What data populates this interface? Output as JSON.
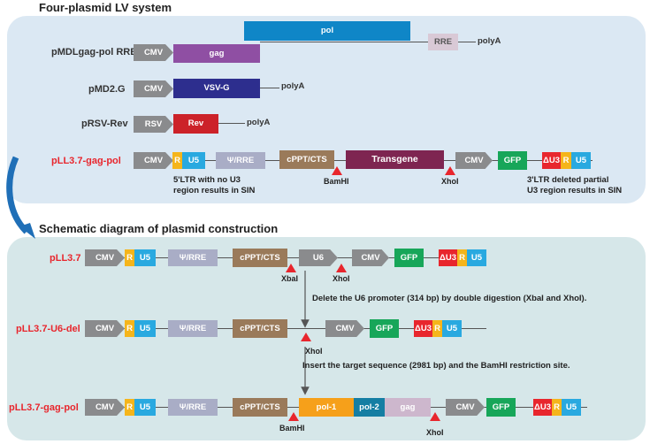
{
  "sections": {
    "top_title": "Four-plasmid LV system",
    "bottom_title": "Schematic diagram of plasmid construction"
  },
  "colors": {
    "top_panel": "#dbe8f3",
    "bottom_panel": "#d6e7e9",
    "cmv": "#8a8b8d",
    "rsv": "#8a8b8d",
    "gag": "#8f4fa3",
    "pol": "#0f86c7",
    "rre": "#d9c9d6",
    "vsvg": "#2d2e8e",
    "rev": "#cc2229",
    "r": "#f5b51b",
    "u5": "#29a9e0",
    "psi_rre": "#a9adc6",
    "cppt": "#9a7a5a",
    "transgene": "#7e2551",
    "gfp": "#17a659",
    "du3": "#e8262d",
    "u6": "#8a8b8d",
    "pol1": "#f6a01a",
    "pol2": "#157ea3",
    "gag_light": "#cdb7cd",
    "red_label": "#e8262d",
    "arrow_blue": "#1f6fb7"
  },
  "plasmids": {
    "gagpol": {
      "name": "pMDLgag-pol RRE",
      "cmv": "CMV",
      "gag": "gag",
      "pol": "pol",
      "rre": "RRE",
      "polyA": "polyA"
    },
    "md2g": {
      "name": "pMD2.G",
      "cmv": "CMV",
      "vsvg": "VSV-G",
      "polyA": "polyA"
    },
    "rsvrev": {
      "name": "pRSV-Rev",
      "rsv": "RSV",
      "rev": "Rev",
      "polyA": "polyA"
    },
    "ll37gagpol_top": {
      "name": "pLL3.7-gag-pol",
      "cmv": "CMV",
      "r": "R",
      "u5": "U5",
      "psi": "Ψ/RRE",
      "cppt": "cPPT/CTS",
      "transgene": "Transgene",
      "cmv2": "CMV",
      "gfp": "GFP",
      "du3": "ΔU3",
      "r2": "R",
      "u52": "U5",
      "bamhi": "BamHI",
      "xhoi": "XhoI",
      "note_left": "5'LTR with no U3\nregion results in SIN",
      "note_right": "3'LTR deleted partial\nU3 region results in SIN"
    }
  },
  "construction": {
    "ll37": {
      "name": "pLL3.7",
      "cmv": "CMV",
      "r": "R",
      "u5": "U5",
      "psi": "Ψ/RRE",
      "cppt": "cPPT/CTS",
      "u6": "U6",
      "cmv2": "CMV",
      "gfp": "GFP",
      "du3": "ΔU3",
      "r2": "R",
      "u52": "U5",
      "xbai": "XbaI",
      "xhoi": "XhoI"
    },
    "step1": "Delete the U6 promoter (314 bp) by double digestion (XbaI and XhoI).",
    "u6del": {
      "name": "pLL3.7-U6-del",
      "cmv": "CMV",
      "r": "R",
      "u5": "U5",
      "psi": "Ψ/RRE",
      "cppt": "cPPT/CTS",
      "cmv2": "CMV",
      "gfp": "GFP",
      "du3": "ΔU3",
      "r2": "R",
      "u52": "U5",
      "xhoi": "XhoI"
    },
    "step2": "Insert the target sequence (2981 bp)  and the BamHI restriction site.",
    "final": {
      "name": "pLL3.7-gag-pol",
      "cmv": "CMV",
      "r": "R",
      "u5": "U5",
      "psi": "Ψ/RRE",
      "cppt": "cPPT/CTS",
      "pol1": "pol-1",
      "pol2": "pol-2",
      "gag": "gag",
      "cmv2": "CMV",
      "gfp": "GFP",
      "du3": "ΔU3",
      "r2": "R",
      "u52": "U5",
      "bamhi": "BamHI",
      "xhoi": "XhoI"
    }
  }
}
